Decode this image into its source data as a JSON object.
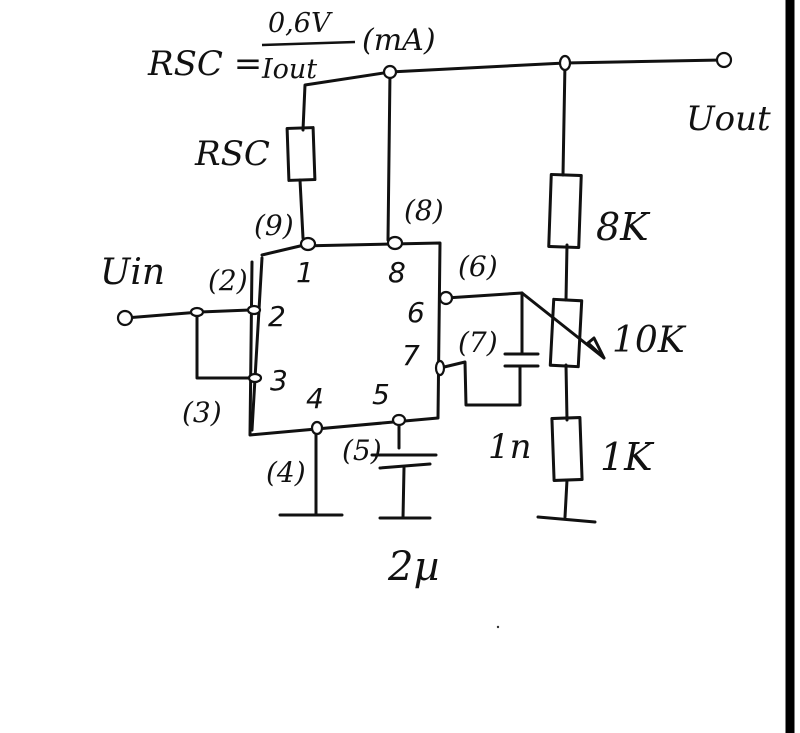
{
  "formula": {
    "lhs": "RSC =",
    "numerator": "0,6V",
    "denominator": "Iout",
    "unit": "(mA)"
  },
  "labels": {
    "rsc": "RSC",
    "uout": "Uout",
    "uin": "Uin",
    "r_top": "8K",
    "r_pot": "10K",
    "r_bottom": "1K",
    "cap_timing": "1n",
    "cap_ref": "2µ"
  },
  "pins": {
    "p1": "1",
    "p2": "2",
    "p3": "3",
    "p4": "4",
    "p5": "5",
    "p6": "6",
    "p7": "7",
    "p8": "8",
    "p1_paren": "(9)",
    "p2_paren": "(2)",
    "p3_paren": "(3)",
    "p4_paren": "(4)",
    "p5_paren": "(5)",
    "p6_paren": "(6)",
    "p7_paren": "(7)",
    "p8_paren": "(8)"
  }
}
